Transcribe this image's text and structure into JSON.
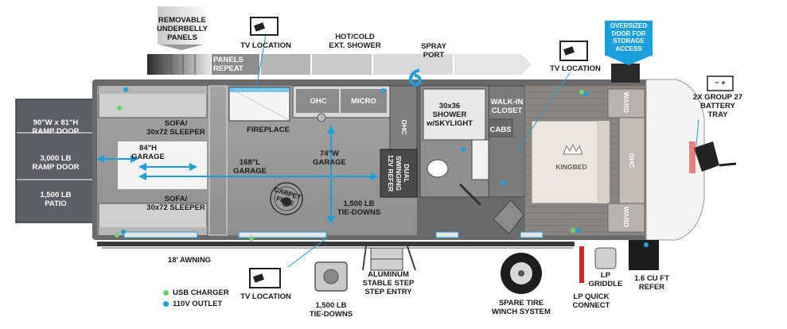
{
  "labels": {
    "removable_underbelly": [
      "REMOVABLE",
      "UNDERBELLY",
      "PANELS"
    ],
    "panels_repeat": [
      "PANELS",
      "REPEAT"
    ],
    "tv_location_top": "TV LOCATION",
    "hot_cold_shower": [
      "HOT/COLD",
      "EXT. SHOWER"
    ],
    "spray_port": [
      "SPRAY",
      "PORT"
    ],
    "tv_location_right": "TV LOCATION",
    "oversized_door": [
      "OVERSIZED",
      "DOOR FOR",
      "STORAGE",
      "ACCESS"
    ],
    "battery_tray": [
      "2X GROUP 27",
      "BATTERY",
      "TRAY"
    ],
    "ramp_door_size": [
      "90\"W x 81\"H",
      "RAMP DOOR"
    ],
    "ramp_door_weight": [
      "3,000 LB",
      "RAMP DOOR"
    ],
    "patio": [
      "1,500 LB",
      "PATIO"
    ],
    "sofa_top": [
      "SOFA/",
      "30x72 SLEEPER"
    ],
    "sofa_bottom": [
      "SOFA/",
      "30x72 SLEEPER"
    ],
    "garage_height": [
      "84\"H",
      "GARAGE"
    ],
    "garage_length": [
      "168\"L",
      "GARAGE"
    ],
    "garage_width": [
      "74\"W",
      "GARAGE"
    ],
    "fireplace": "FIREPLACE",
    "ohc_kitchen": "OHC",
    "micro": "MICRO",
    "ohc_side": "OHC",
    "refer_inner": [
      "DUAL",
      "SWINGING",
      "12V REFER"
    ],
    "carpet_free": [
      "CARPET",
      "FREE"
    ],
    "tie_downs_inner": [
      "1,500 LB",
      "TIE-DOWNS"
    ],
    "shower": [
      "30x36",
      "SHOWER",
      "w/SKYLIGHT"
    ],
    "walk_in_closet": [
      "WALK-IN",
      "CLOSET"
    ],
    "cabs": "CABS",
    "king_bed": "KINGBED",
    "ward_top": "WARD",
    "ward_bottom": "WARD",
    "ohc_bed": "OHC",
    "awning": "18' AWNING",
    "tv_location_bottom": "TV LOCATION",
    "tie_downs_bottom": [
      "1,500 LB",
      "TIE-DOWNS"
    ],
    "step_aluminum": "ALUMINUM",
    "step_stable": "STABLE STEP",
    "step_entry": "STEP ENTRY",
    "spare_tire": [
      "SPARE TIRE",
      "WINCH SYSTEM"
    ],
    "lp_quick": [
      "LP QUICK",
      "CONNECT"
    ],
    "lp_griddle": [
      "LP",
      "GRIDDLE"
    ],
    "cu_ft_refer": [
      "1.6 CU FT",
      "REFER"
    ],
    "battery_symbols": "−   +"
  },
  "legend": [
    {
      "label": "USB CHARGER",
      "color": "#6fd36a"
    },
    {
      "label": "110V OUTLET",
      "color": "#1aa0dc"
    }
  ],
  "colors": {
    "accent_blue": "#1aa0dc",
    "usb_green": "#6fd36a",
    "garage_floor": "#9a9a9a",
    "wall": "#5f5f5f",
    "bedroom_floor": "#8a8480",
    "bed": "#ece6de"
  },
  "icons": [
    "tv-icon",
    "kingbed-crown-icon",
    "spare-tire-icon",
    "tie-down-icon",
    "carpet-free-badge",
    "battery-icon",
    "down-arrow-icon"
  ]
}
